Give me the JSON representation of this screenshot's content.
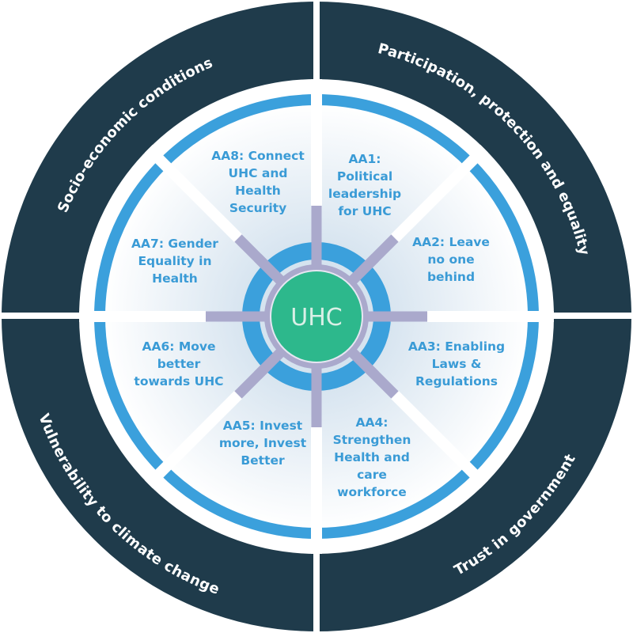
{
  "center": {
    "label": "UHC"
  },
  "outer_ring": [
    {
      "label": "Socio-economic conditions"
    },
    {
      "label": "Participation, protection and equality"
    },
    {
      "label": "Vulnerability to climate change"
    },
    {
      "label": "Trust in government"
    }
  ],
  "action_areas": [
    {
      "label": "AA1: Political leadership for UHC"
    },
    {
      "label": "AA2: Leave no one behind"
    },
    {
      "label": "AA3: Enabling Laws & Regulations"
    },
    {
      "label": "AA4: Strengthen Health and care workforce"
    },
    {
      "label": "AA5: Invest more, Invest Better"
    },
    {
      "label": "AA6: Move better towards UHC"
    },
    {
      "label": "AA7: Gender Equality in Health"
    },
    {
      "label": "AA8: Connect UHC and Health Security"
    }
  ],
  "colors": {
    "dark": "#1f3b4b",
    "blue": "#3ba0dc",
    "green": "#2db88c",
    "spoke": "#aaa9cc",
    "text": "#3a9bd6"
  }
}
